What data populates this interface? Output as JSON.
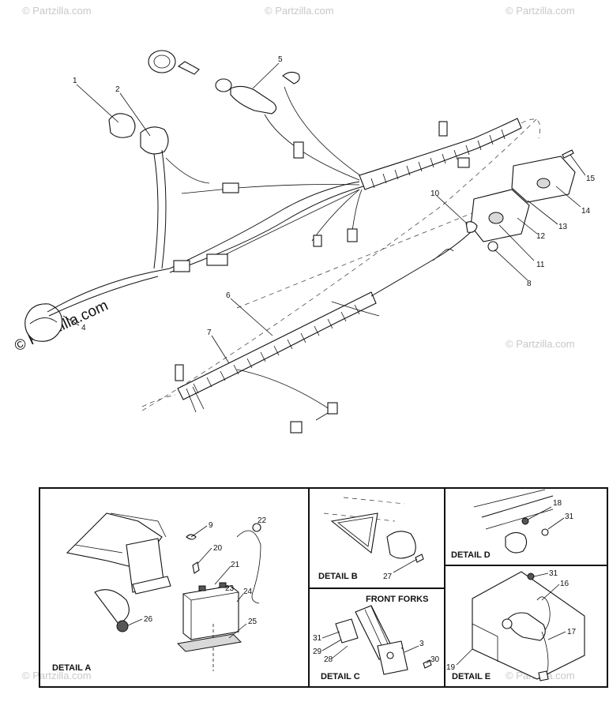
{
  "watermark": {
    "brand": "© Partzilla.com",
    "text": "© Partzilla.com"
  },
  "callouts": [
    "1",
    "2",
    "3",
    "4",
    "5",
    "6",
    "7",
    "8",
    "9",
    "10",
    "11",
    "12",
    "13",
    "14",
    "15",
    "16",
    "17",
    "18",
    "19",
    "20",
    "21",
    "22",
    "23",
    "24",
    "25",
    "26",
    "27",
    "28",
    "29",
    "30",
    "31"
  ],
  "details": {
    "a": "DETAIL A",
    "b": "DETAIL B",
    "c": "DETAIL C",
    "d": "DETAIL D",
    "e": "DETAIL E",
    "front_forks": "FRONT FORKS"
  }
}
